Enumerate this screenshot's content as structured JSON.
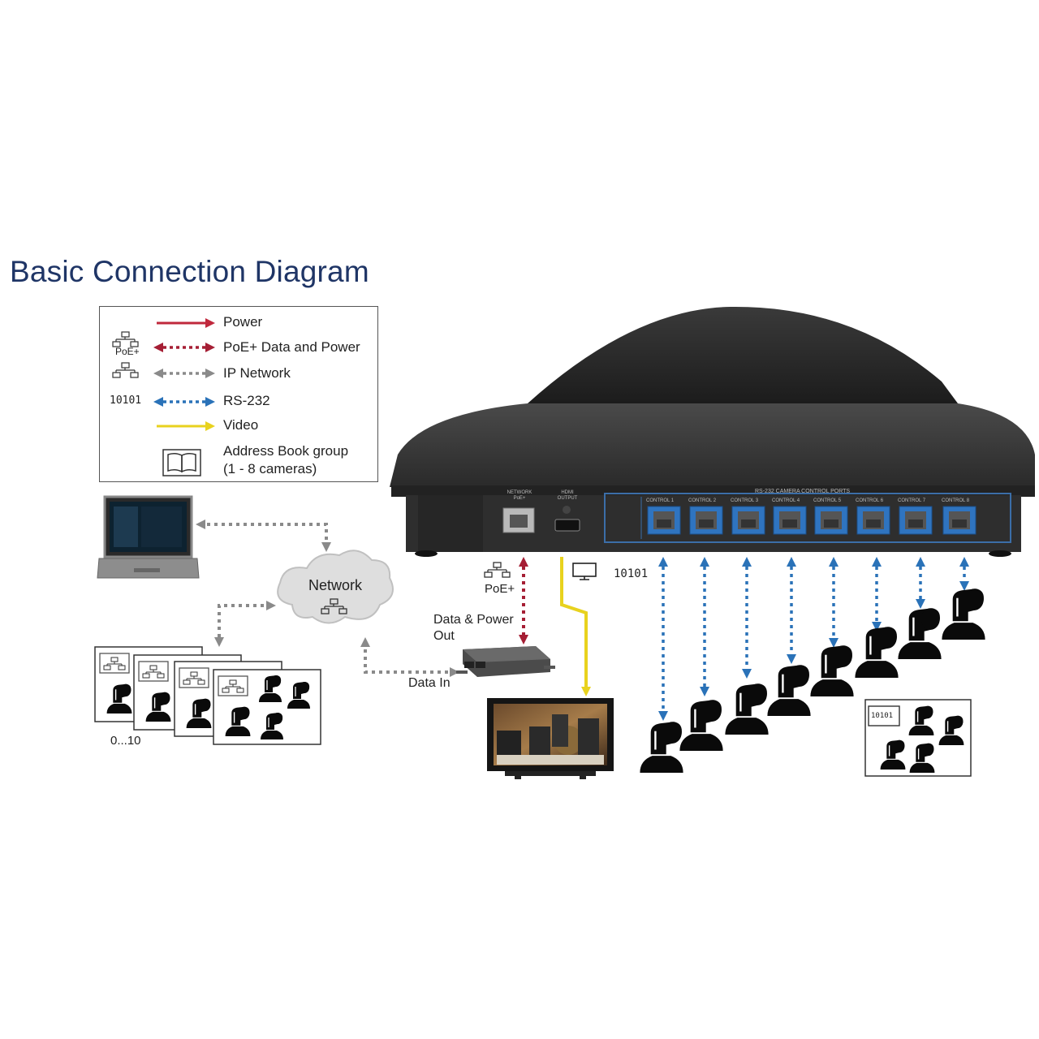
{
  "title": "Basic Connection Diagram",
  "legend": {
    "items": [
      {
        "label": "Power",
        "color": "#c0283c",
        "style": "solid"
      },
      {
        "label": "PoE+ Data and Power",
        "color": "#a51e34",
        "style": "dotted",
        "icon_text": "PoE+"
      },
      {
        "label": "IP Network",
        "color": "#8a8a8a",
        "style": "dotted"
      },
      {
        "label": "RS-232",
        "color": "#2a72b8",
        "style": "dotted",
        "icon_text": "10101"
      },
      {
        "label": "Video",
        "color": "#e8d21e",
        "style": "solid"
      },
      {
        "label": "Address Book group",
        "sublabel": "(1 - 8 cameras)",
        "icon": "book-icon"
      }
    ]
  },
  "device": {
    "network_port_label": "NETWORK PoE+",
    "hdmi_port_label": "HDMI OUTPUT",
    "ports_header": "RS-232 CAMERA CONTROL PORTS",
    "control_ports": [
      "CONTROL 1",
      "CONTROL 2",
      "CONTROL 3",
      "CONTROL 4",
      "CONTROL 5",
      "CONTROL 6",
      "CONTROL 7",
      "CONTROL 8"
    ]
  },
  "labels": {
    "network": "Network",
    "poe": "PoE+",
    "rs232_bits": "10101",
    "data_power_out": "Data & Power",
    "data_power_out_2": "Out",
    "data_in": "Data In",
    "controllers_count": "0...10"
  },
  "colors": {
    "title": "#1f3566",
    "power": "#c0283c",
    "ip_network": "#8a8a8a",
    "rs232": "#2a72b8",
    "video": "#e8d21e"
  }
}
